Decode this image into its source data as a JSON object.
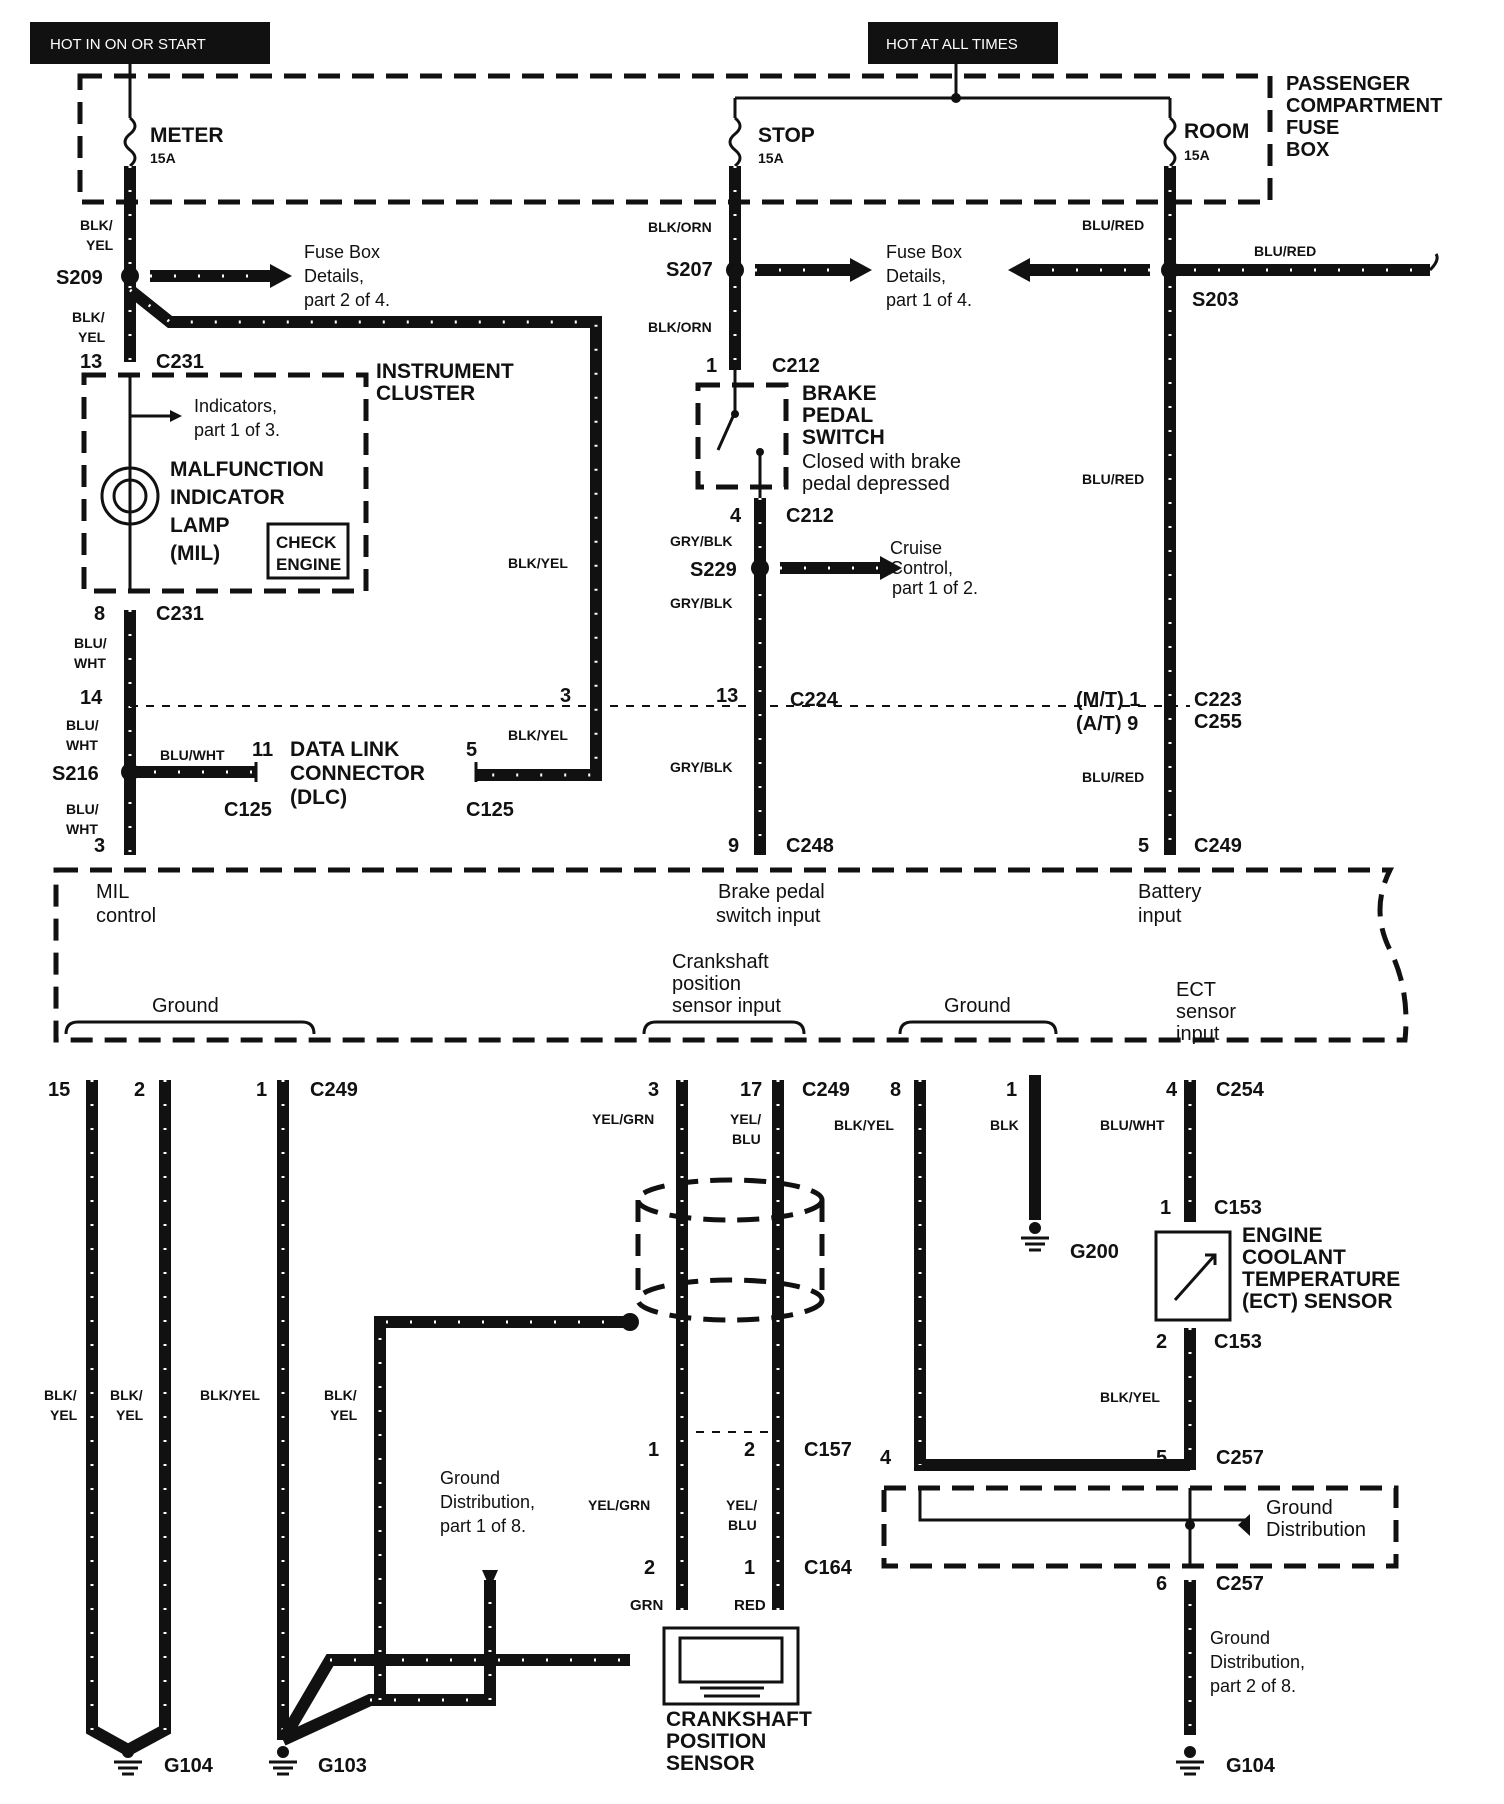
{
  "power": {
    "hot_in_on": "HOT IN ON OR START",
    "hot_at_all": "HOT AT ALL TIMES",
    "fuse_box_label": [
      "PASSENGER",
      "COMPARTMENT",
      "FUSE",
      "BOX"
    ],
    "fuses": [
      {
        "name": "METER",
        "rating": "15A"
      },
      {
        "name": "STOP",
        "rating": "15A"
      },
      {
        "name": "ROOM",
        "rating": "15A"
      }
    ]
  },
  "splices": {
    "s209": "S209",
    "s207": "S207",
    "s203": "S203",
    "s229": "S229",
    "s216": "S216"
  },
  "connectors": {
    "c231": "C231",
    "c212": "C212",
    "c224": "C224",
    "c223": "C223",
    "c255": "C255",
    "c125": "C125",
    "c248": "C248",
    "c249": "C249",
    "c254": "C254",
    "c153": "C153",
    "c157": "C157",
    "c164": "C164",
    "c257": "C257"
  },
  "grounds": {
    "g104": "G104",
    "g103": "G103",
    "g200": "G200"
  },
  "wires": {
    "blk_yel_split": [
      "BLK/",
      "YEL"
    ],
    "blk_yel": "BLK/YEL",
    "blk_orn": "BLK/ORN",
    "blu_red": "BLU/RED",
    "gry_blk": "GRY/BLK",
    "blu_wht_split": [
      "BLU/",
      "WHT"
    ],
    "blu_wht": "BLU/WHT",
    "yel_grn": "YEL/GRN",
    "yel_blu_split": [
      "YEL/",
      "BLU"
    ],
    "blk": "BLK",
    "grn": "GRN",
    "red": "RED"
  },
  "refs": {
    "fuse_details_2": [
      "Fuse Box",
      "Details,",
      "part 2 of 4."
    ],
    "fuse_details_1": [
      "Fuse Box",
      "Details,",
      "part 1 of 4."
    ],
    "indicators": [
      "Indicators,",
      "part 1 of 3."
    ],
    "cruise": [
      "Cruise",
      "Control,",
      "part 1 of 2."
    ],
    "ground_dist_1": [
      "Ground",
      "Distribution,",
      "part 1 of 8."
    ],
    "ground_dist": [
      "Ground",
      "Distribution"
    ],
    "ground_dist_2": [
      "Ground",
      "Distribution,",
      "part 2 of 8."
    ]
  },
  "components": {
    "instrument_cluster": [
      "INSTRUMENT",
      "CLUSTER"
    ],
    "mil": [
      "MALFUNCTION",
      "INDICATOR",
      "LAMP",
      "(MIL)"
    ],
    "check_engine": [
      "CHECK",
      "ENGINE"
    ],
    "brake_switch": [
      "BRAKE",
      "PEDAL",
      "SWITCH"
    ],
    "brake_switch_note": [
      "Closed with brake",
      "pedal depressed"
    ],
    "dlc": [
      "DATA LINK",
      "CONNECTOR",
      "(DLC)"
    ],
    "ect_sensor": [
      "ENGINE",
      "COOLANT",
      "TEMPERATURE",
      "(ECT) SENSOR"
    ],
    "ckp_sensor": [
      "CRANKSHAFT",
      "POSITION",
      "SENSOR"
    ]
  },
  "ecm": {
    "mil_control": [
      "MIL",
      "control"
    ],
    "brake_input": [
      "Brake pedal",
      "switch input"
    ],
    "battery_input": [
      "Battery",
      "input"
    ],
    "ground": "Ground",
    "ckp_input": [
      "Crankshaft",
      "position",
      "sensor input"
    ],
    "ect_input": [
      "ECT",
      "sensor",
      "input"
    ]
  },
  "pins": {
    "p1": "1",
    "p2": "2",
    "p3": "3",
    "p4": "4",
    "p5": "5",
    "p6": "6",
    "p8": "8",
    "p9": "9",
    "p11": "11",
    "p13": "13",
    "p14": "14",
    "p15": "15",
    "p17": "17",
    "mt1": "(M/T) 1",
    "at9": "(A/T) 9"
  }
}
